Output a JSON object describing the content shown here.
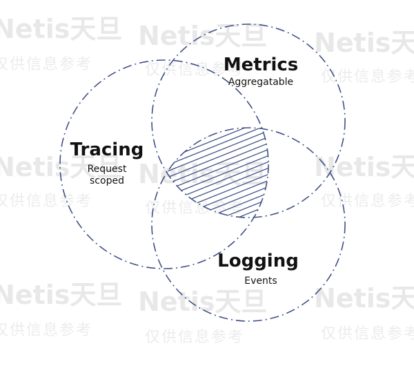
{
  "diagram": {
    "type": "venn",
    "sets": [
      {
        "key": "tracing",
        "title": "Tracing",
        "subtitle_lines": [
          "Request",
          "scoped"
        ]
      },
      {
        "key": "metrics",
        "title": "Metrics",
        "subtitle_lines": [
          "Aggregatable"
        ]
      },
      {
        "key": "logging",
        "title": "Logging",
        "subtitle_lines": [
          "Events"
        ]
      }
    ],
    "highlighted_region": "tracing ∩ metrics ∩ logging (hatched)",
    "line_color": "#3f4f86"
  },
  "watermark": {
    "logo": "Netis天旦",
    "text": "仅供信息参考"
  }
}
